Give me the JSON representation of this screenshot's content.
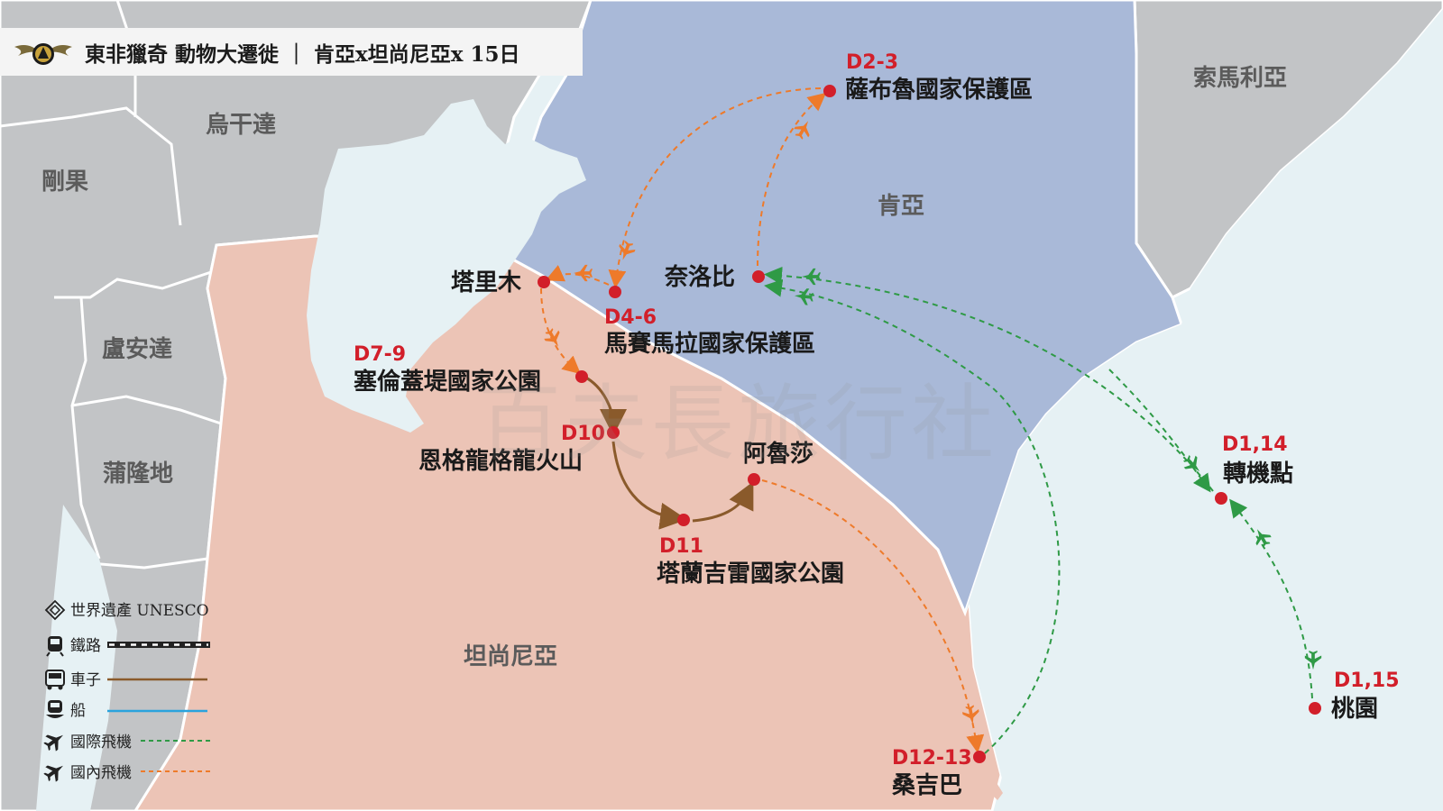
{
  "header": {
    "title": "東非獵奇  動物大遷徙  ｜ 肯亞x坦尚尼亞x  15日"
  },
  "watermark": "百夫長旅行社",
  "countries": {
    "uganda": "烏干達",
    "congo": "剛果",
    "rwanda": "盧安達",
    "burundi": "蒲隆地",
    "kenya": "肯亞",
    "somalia": "索馬利亞",
    "tanzania": "坦尚尼亞"
  },
  "stops": [
    {
      "key": "samburu",
      "day": "D2-3",
      "name": "薩布魯國家保護區"
    },
    {
      "key": "nairobi",
      "day": "",
      "name": "奈洛比"
    },
    {
      "key": "tarime",
      "day": "",
      "name": "塔里木"
    },
    {
      "key": "masaimara",
      "day": "D4-6",
      "name": "馬賽馬拉國家保護區"
    },
    {
      "key": "serengeti",
      "day": "D7-9",
      "name": "塞倫蓋堤國家公園"
    },
    {
      "key": "ngorongoro",
      "day": "D10",
      "name": "恩格龍格龍火山"
    },
    {
      "key": "tarangire",
      "day": "D11",
      "name": "塔蘭吉雷國家公園"
    },
    {
      "key": "arusha",
      "day": "",
      "name": "阿魯莎"
    },
    {
      "key": "zanzibar",
      "day": "D12-13",
      "name": "桑吉巴"
    },
    {
      "key": "transit",
      "day": "D1,14",
      "name": "轉機點"
    },
    {
      "key": "taoyuan",
      "day": "D1,15",
      "name": "桃園"
    }
  ],
  "legend": {
    "unesco": "世界遺產 UNESCO",
    "rail": "鐵路",
    "car": "車子",
    "boat": "船",
    "intl": "國際飛機",
    "domestic": "國內飛機"
  },
  "colors": {
    "kenya": "#a9b9d8",
    "tanzania": "#ecc4b6",
    "neighbors": "#c2c4c6",
    "water": "#e6f1f4",
    "stop_dot": "#d21f2a",
    "car_route": "#8a5a2b",
    "domestic_flight": "#ee7a2a",
    "intl_flight": "#2f9a46",
    "boat": "#2aa3dd"
  }
}
